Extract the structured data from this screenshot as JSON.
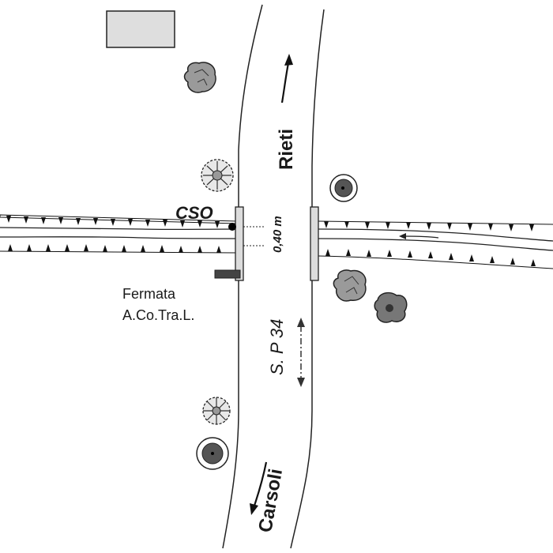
{
  "labels": {
    "station_code": "CSO",
    "depth_marker": "0,40 m",
    "stop_line1": "Fermata",
    "stop_line2": "A.Co.Tra.L.",
    "road_name": "S. P 34",
    "direction_north": "Rieti",
    "direction_south": "Carsoli"
  },
  "colors": {
    "road_outline": "#222222",
    "bridge_fill": "#dcdcdc",
    "building_fill": "#dedede",
    "tree_light": "#9a9a9a",
    "tree_dark": "#555555",
    "stop_sign": "#444444"
  },
  "icons": {
    "trees": [
      "tree-light-icon",
      "tree-leafy-icon",
      "tree-dark-icon",
      "tree-light-icon",
      "tree-dark-icon",
      "tree-leafy-icon",
      "tree-dark-icon"
    ],
    "arrows": [
      "arrow-north-icon",
      "arrow-bidirectional-icon",
      "arrow-south-icon",
      "river-flow-arrow-icon"
    ],
    "other": [
      "building-icon",
      "gauge-point-icon",
      "bus-stop-icon"
    ]
  }
}
